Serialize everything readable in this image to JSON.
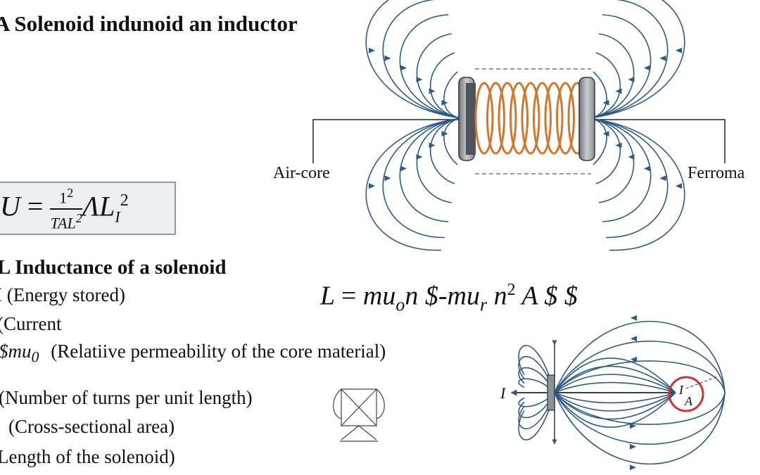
{
  "title": "A Solenoid indunoid an inductor",
  "energy_formula": {
    "lhs": "U",
    "eq": "=",
    "num": "1",
    "num_sup": "2",
    "den": "TAL",
    "den_sup": "2",
    "rhs": "ΛL",
    "rhs_sub": "I",
    "rhs_sup": "2"
  },
  "section_heading": "L Inductance of a solenoid",
  "inductance_formula": {
    "lhs": "L",
    "eq": "=",
    "t1": "mu",
    "t1_sub": "o",
    "t2": "n $-mu",
    "t2_sub": "r",
    "t3": "n",
    "t3_sup": "2",
    "t4": "A $ $"
  },
  "definitions": [
    "I (Energy stored)",
    "(Current",
    "(Relatiive permeability of the core material)",
    "(Number of turns per unit length)",
    "(Cross-sectional area)",
    "Length of the solenoid)"
  ],
  "mu_symbol": {
    "base": "$mu",
    "sub": "0"
  },
  "solenoid_diagram": {
    "left_label": "Air-core",
    "right_label": "Ferroma",
    "coil_color": "#d2782e",
    "field_color": "#2d5a88"
  },
  "loop_diagram": {
    "current_label": "I",
    "inner_current_label": "I",
    "area_label": "A",
    "loop_color": "#c8343a",
    "field_color": "#2d5a88"
  }
}
